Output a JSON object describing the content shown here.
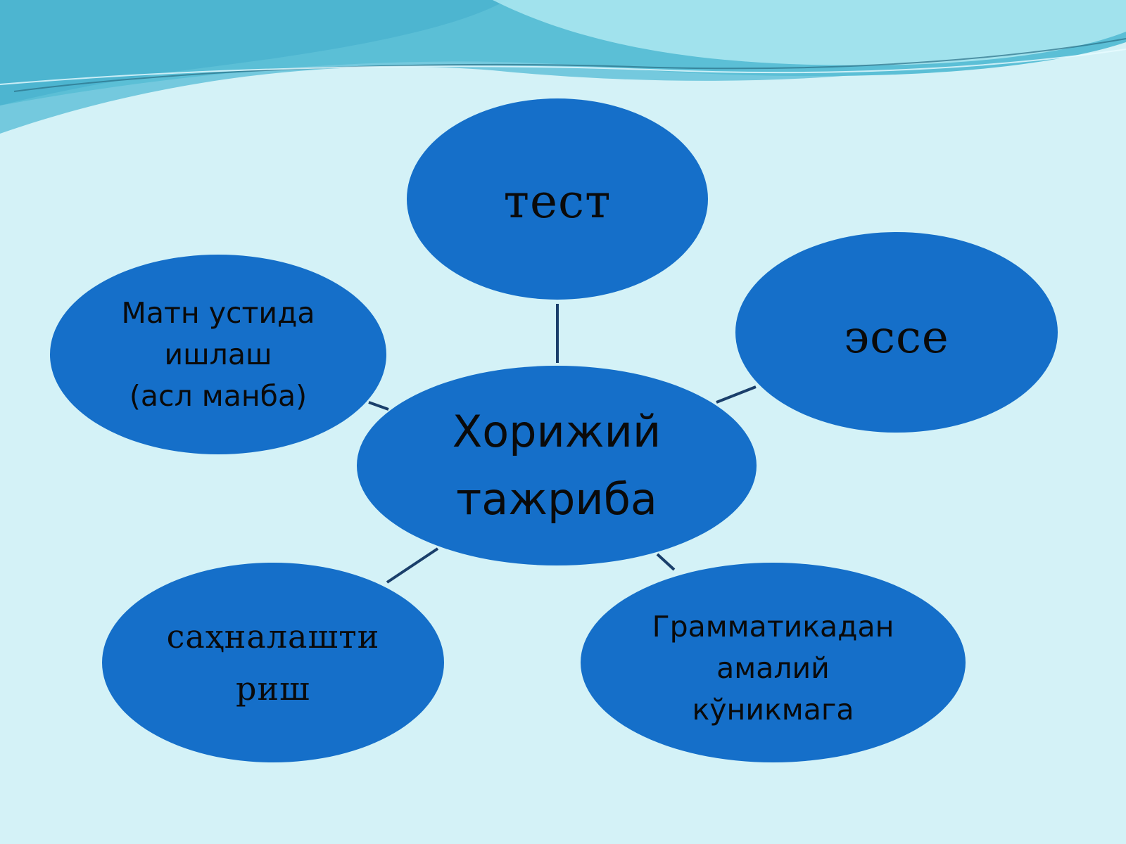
{
  "diagram": {
    "center": {
      "label": "Хорижий\nтажриба"
    },
    "satellites": [
      {
        "id": "top",
        "label": "тест"
      },
      {
        "id": "right",
        "label": "эссе"
      },
      {
        "id": "left",
        "label": "Матн устида\nишлаш\n(асл манба)"
      },
      {
        "id": "bottom_left",
        "label": "саҳналашти\nриш"
      },
      {
        "id": "bottom_right",
        "label": "Грамматикадан\nамалий\nкўникмага"
      }
    ]
  },
  "colors": {
    "background": "#d4f2f7",
    "node_fill": "#156fc9",
    "connector": "#1a3f6b",
    "wave_light": "#8fd9e6",
    "wave_dark": "#3fb5cc",
    "text": "#0a0a0a"
  }
}
